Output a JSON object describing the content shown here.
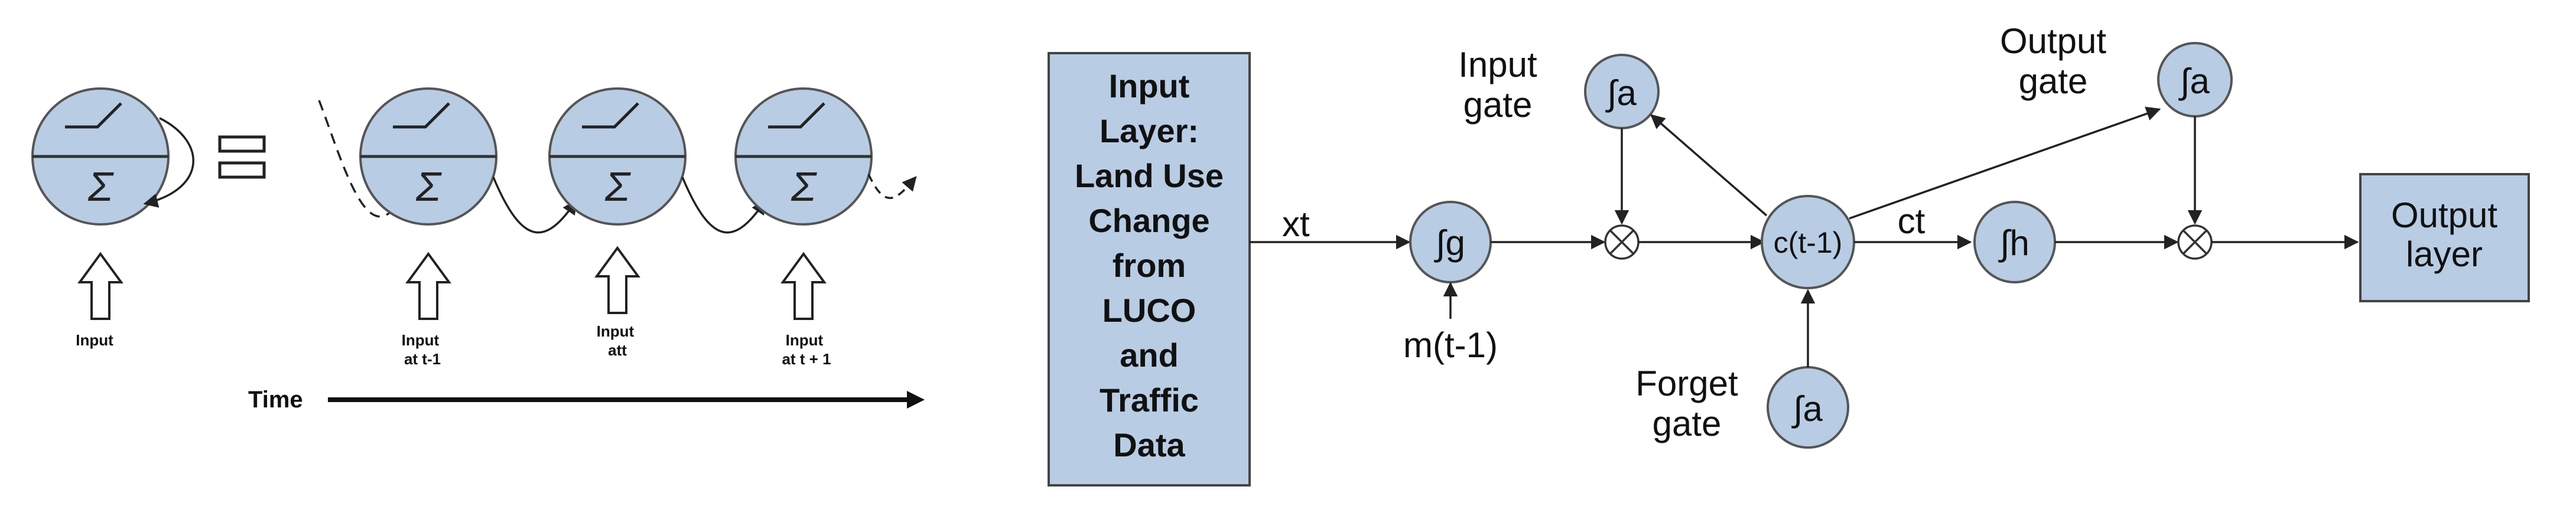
{
  "left": {
    "sigma": "Σ",
    "time_label": "Time",
    "inputs": [
      "Input",
      "Input\nat t-1",
      "Input\natt",
      "Input\nat t + 1"
    ]
  },
  "right": {
    "input_layer_text": "Input\nLayer:\nLand Use\nChange\nfrom\nLUCO\nand\nTraffic\nData",
    "xt": "xt",
    "g": "∫g",
    "m": "m(t-1)",
    "input_gate_label": "Input\ngate",
    "input_act": "∫a",
    "mult": "⊗",
    "cell_state": "c(t-1)",
    "ct": "ct",
    "h": "∫h",
    "output_gate_label": "Output\ngate",
    "output_act": "∫a",
    "forget_gate_label": "Forget\ngate",
    "forget_act": "∫a",
    "output_layer_text": "Output\nlayer"
  },
  "colors": {
    "node_fill": "#b8cce4",
    "stroke": "#555555"
  },
  "icons": [
    "rnn-cell-icon",
    "equals-icon",
    "arrow-up-icon",
    "time-arrow-icon",
    "multiply-icon"
  ]
}
